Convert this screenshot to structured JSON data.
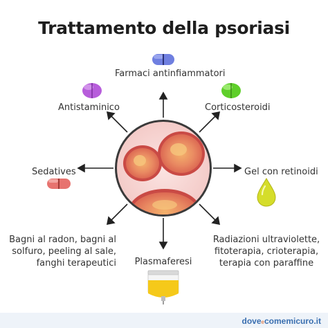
{
  "title": "Trattamento della psoriasi",
  "nodes": {
    "top": "Farmaci antinfiammatori",
    "top_left": "Antistaminico",
    "top_right": "Corticosteroidi",
    "left": "Sedatives",
    "right": "Gel con retinoidi",
    "bottom_left": "Bagni al radon, bagni al solfuro, peeling al sale, fanghi terapeutici",
    "bottom": "Plasmaferesi",
    "bottom_right": "Radiazioni ultraviolette, fitoterapia, crioterapia, terapia con paraffine"
  },
  "icons": {
    "top": "blue-capsule-pill-icon",
    "top_left": "purple-round-pill-icon",
    "top_right": "green-round-pill-icon",
    "left": "red-capsule-pill-icon",
    "right": "gel-drop-icon",
    "bottom": "plasma-bag-icon"
  },
  "colors": {
    "blue_pill": "#6f7fe0",
    "purple_pill": "#b75ddb",
    "green_pill": "#5fcf2a",
    "red_pill": "#e7736f",
    "gel": "#d5dd2a",
    "plasma": "#f5c91a",
    "skin_ring": "#3a3a3a"
  },
  "footer": {
    "brand_prefix": "dove",
    "brand_small": "e",
    "brand_suffix": "comemicuro",
    "brand_tld": ".it"
  }
}
